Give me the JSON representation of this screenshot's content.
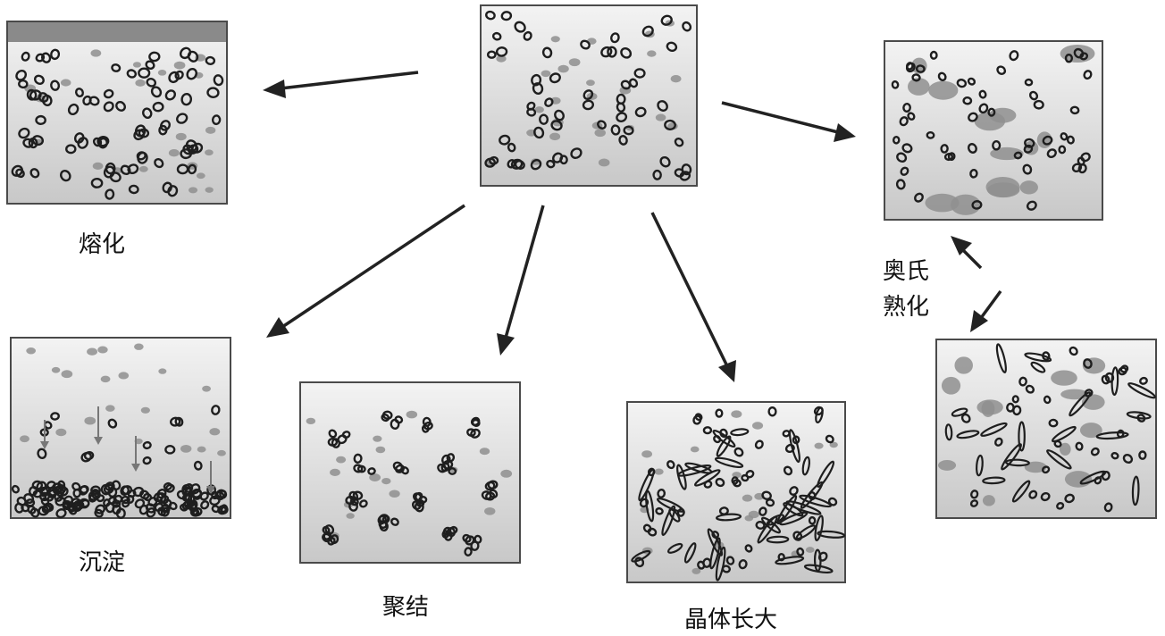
{
  "diagram": {
    "center_label": "",
    "stages": {
      "melting": {
        "label": "熔化"
      },
      "ostwald": {
        "label_line1": "奥氏",
        "label_line2": "熟化"
      },
      "precipitation": {
        "label": "沉淀"
      },
      "aggregation": {
        "label": "聚结"
      },
      "crystal_growth": {
        "label": "晶体长大"
      }
    }
  },
  "colors": {
    "particle_ring": "#1e1e1e",
    "particle_grey": "#8f8f8f",
    "panel_top": "#f4f4f4",
    "panel_bottom": "#c9c9c9",
    "melt_band": "#8a8a8a",
    "arrow": "#222222"
  }
}
